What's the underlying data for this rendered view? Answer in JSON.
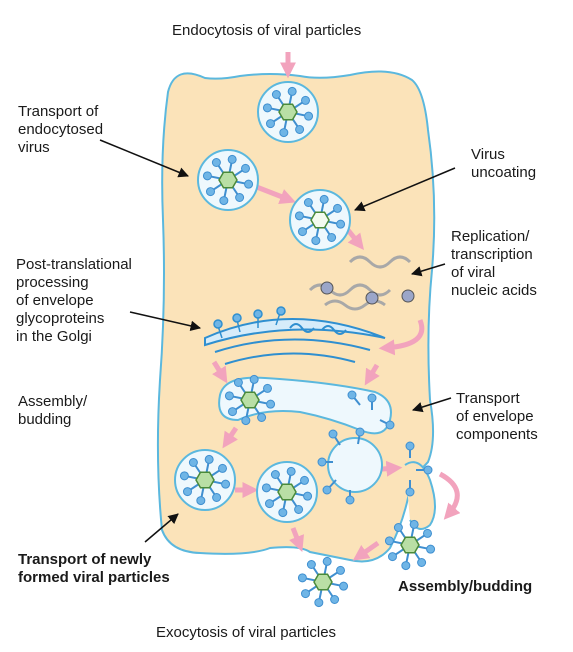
{
  "labels": {
    "top": "Endocytosis of viral particles",
    "transport_endocytosed": "Transport of\nendocytosed\nvirus",
    "uncoating": "Virus\nuncoating",
    "replication": "Replication/\ntranscription\nof viral\nnucleic acids",
    "post_translational": "Post-translational\nprocessing\nof envelope\nglycoproteins\nin the Golgi",
    "assembly_left": "Assembly/\nbudding",
    "transport_envelope": "Transport\nof envelope\ncomponents",
    "transport_new": "Transport of newly\nformed viral particles",
    "assembly_right": "Assembly/budding",
    "bottom": "Exocytosis of viral particles"
  },
  "colors": {
    "cell_fill": "#fbe3b9",
    "cell_stroke": "#5bb8de",
    "vesicle_fill": "#eef8fd",
    "spike": "#3f8fd0",
    "capsid_fill": "#b9dfa5",
    "arrow_pink": "#f2a3bd",
    "golgi": "#2f8fd0",
    "rna": "#a8a8a8"
  }
}
